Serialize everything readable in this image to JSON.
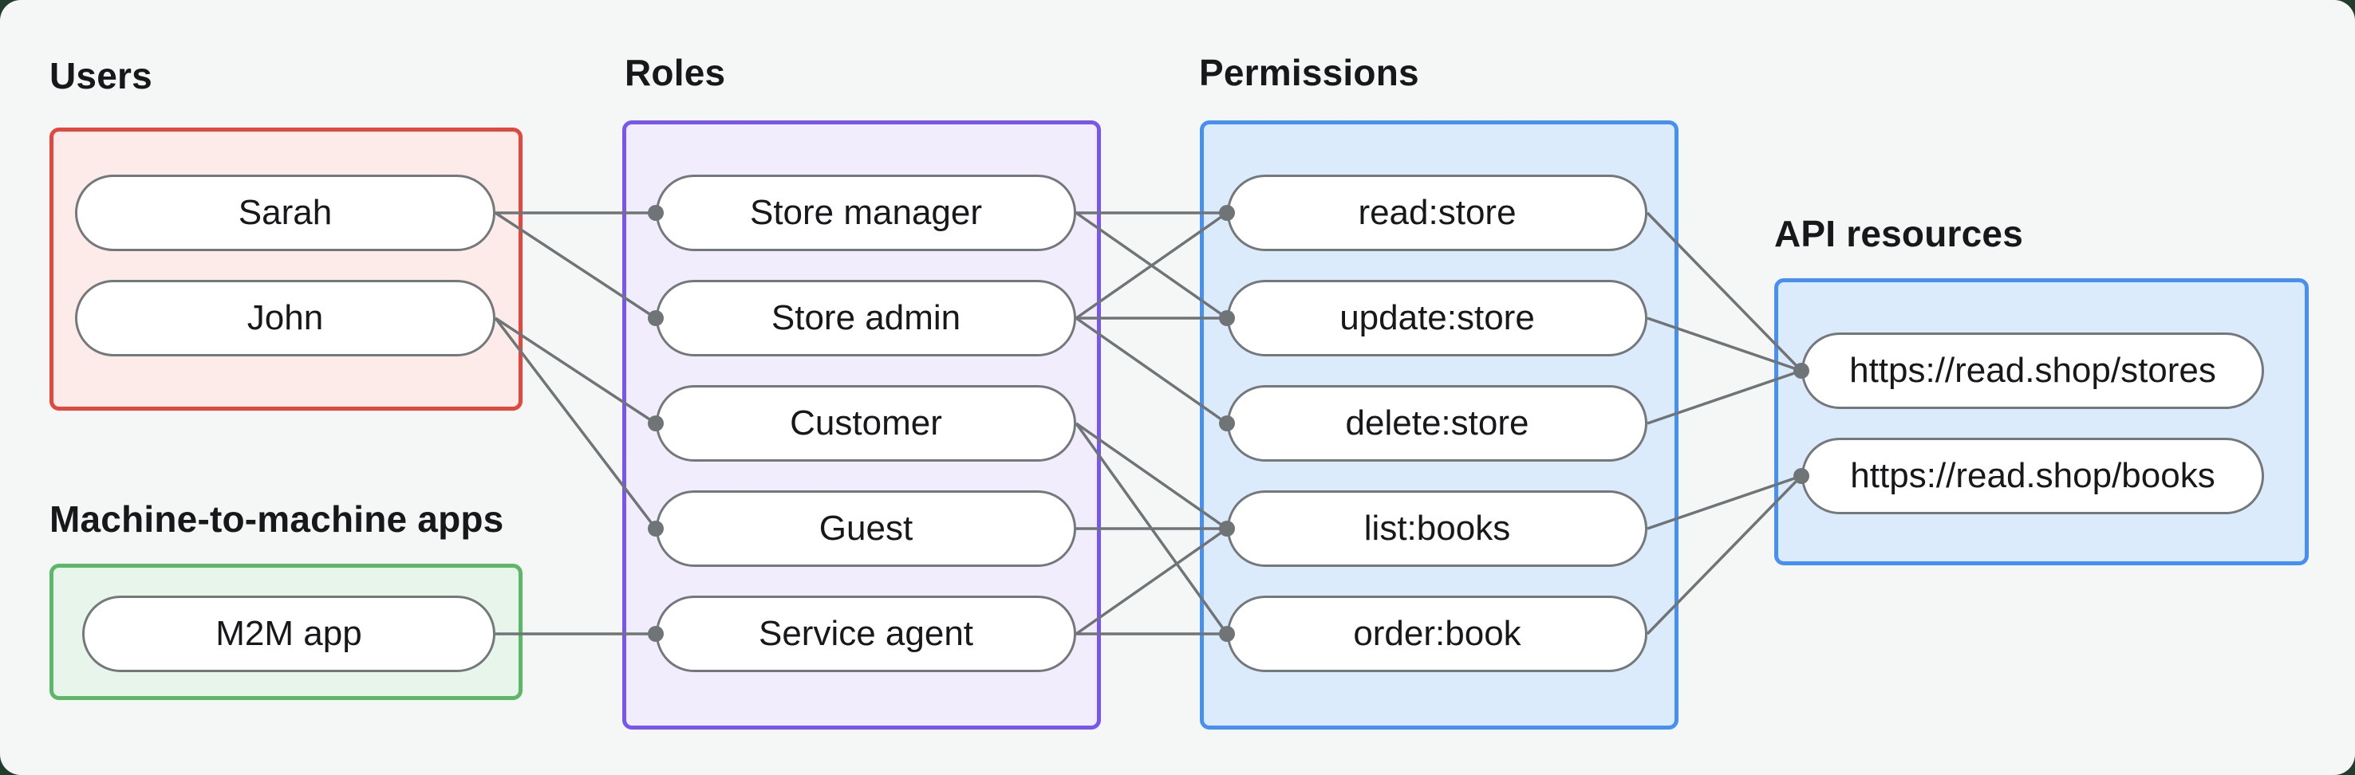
{
  "diagram_title": "RBAC authorization model diagram",
  "colors": {
    "canvas_background": "#f5f7f6",
    "outer_frame": "#223c2d",
    "line": "#6f7477",
    "dot": "#6f7477",
    "pill_border": "#73787a",
    "text": "#16181a"
  },
  "groups": [
    {
      "id": "users",
      "label": "Users",
      "accent": "#e2483d",
      "fill": "#fcebe8",
      "items": [
        {
          "id": "sarah",
          "label": "Sarah"
        },
        {
          "id": "john",
          "label": "John"
        }
      ]
    },
    {
      "id": "m2m",
      "label": "Machine-to-machine apps",
      "accent": "#5cb767",
      "fill": "#e8f5ea",
      "items": [
        {
          "id": "m2m-app",
          "label": "M2M app"
        }
      ]
    },
    {
      "id": "roles",
      "label": "Roles",
      "accent": "#7857f0",
      "fill": "#f2edfd",
      "items": [
        {
          "id": "store-manager",
          "label": "Store manager"
        },
        {
          "id": "store-admin",
          "label": "Store admin"
        },
        {
          "id": "customer",
          "label": "Customer"
        },
        {
          "id": "guest",
          "label": "Guest"
        },
        {
          "id": "service-agent",
          "label": "Service agent"
        }
      ]
    },
    {
      "id": "permissions",
      "label": "Permissions",
      "accent": "#4690f5",
      "fill": "#dcebfb",
      "items": [
        {
          "id": "read-store",
          "label": "read:store"
        },
        {
          "id": "update-store",
          "label": "update:store"
        },
        {
          "id": "delete-store",
          "label": "delete:store"
        },
        {
          "id": "list-books",
          "label": "list:books"
        },
        {
          "id": "order-book",
          "label": "order:book"
        }
      ]
    },
    {
      "id": "api",
      "label": "API resources",
      "accent": "#4690f5",
      "fill": "#dcebfb",
      "items": [
        {
          "id": "stores",
          "label": "https://read.shop/stores"
        },
        {
          "id": "books",
          "label": "https://read.shop/books"
        }
      ]
    }
  ],
  "connections": [
    [
      "sarah",
      "store-manager"
    ],
    [
      "sarah",
      "store-admin"
    ],
    [
      "john",
      "customer"
    ],
    [
      "john",
      "guest"
    ],
    [
      "m2m-app",
      "service-agent"
    ],
    [
      "store-manager",
      "read-store"
    ],
    [
      "store-manager",
      "update-store"
    ],
    [
      "store-admin",
      "read-store"
    ],
    [
      "store-admin",
      "update-store"
    ],
    [
      "store-admin",
      "delete-store"
    ],
    [
      "customer",
      "list-books"
    ],
    [
      "customer",
      "order-book"
    ],
    [
      "guest",
      "list-books"
    ],
    [
      "service-agent",
      "list-books"
    ],
    [
      "service-agent",
      "order-book"
    ],
    [
      "read-store",
      "stores"
    ],
    [
      "update-store",
      "stores"
    ],
    [
      "delete-store",
      "stores"
    ],
    [
      "list-books",
      "books"
    ],
    [
      "order-book",
      "books"
    ]
  ]
}
